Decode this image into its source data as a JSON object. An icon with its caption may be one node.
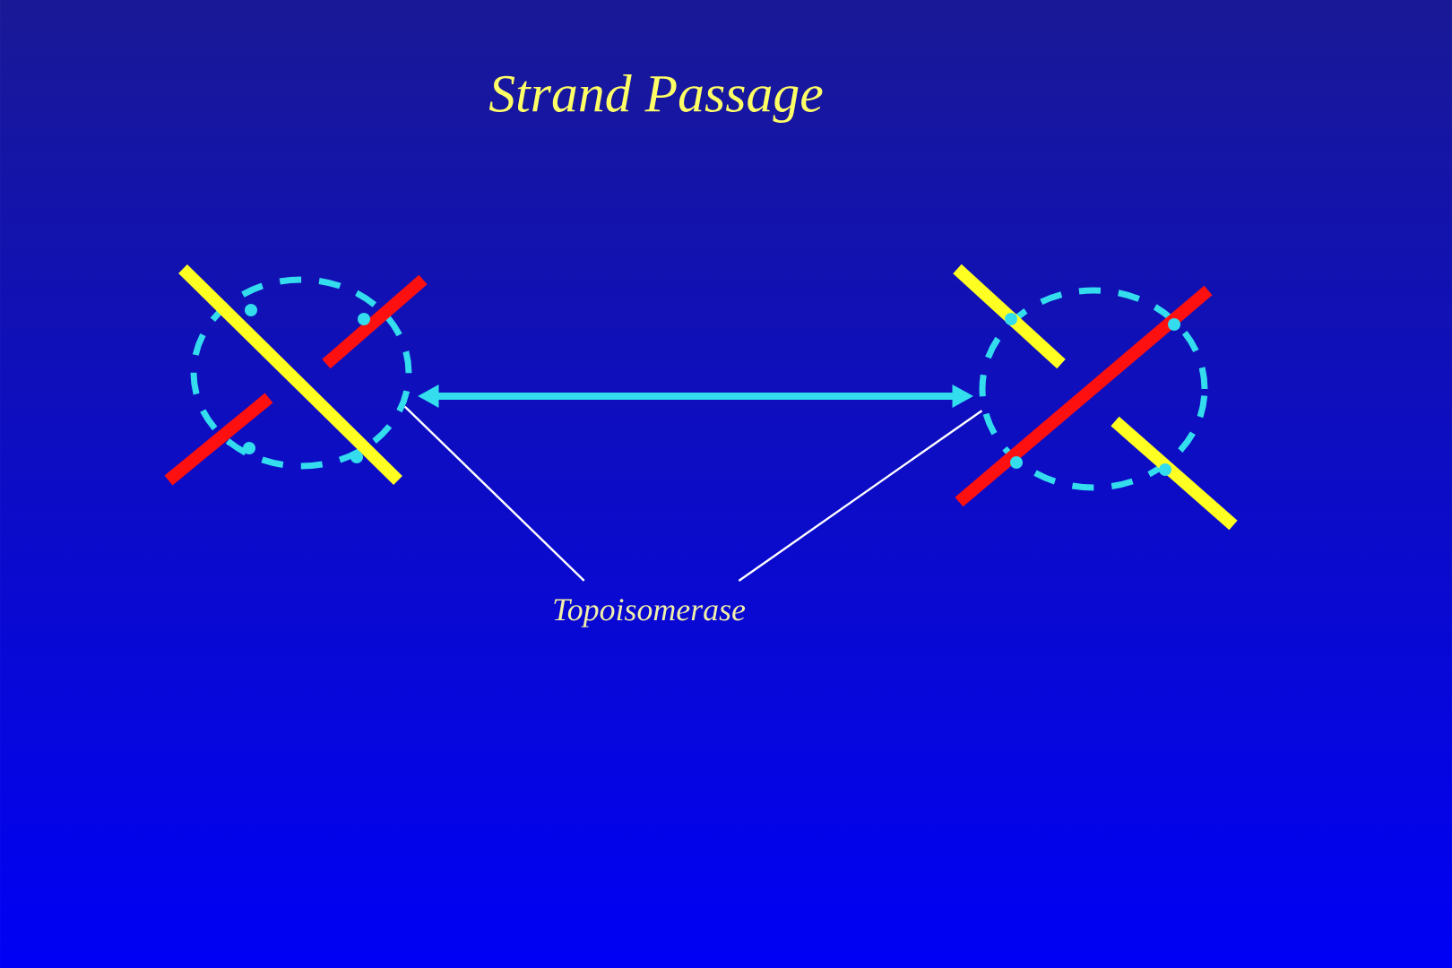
{
  "diagram": {
    "title": "Strand Passage",
    "nodes": [
      {
        "text": [],
        "shape": "picture"
      },
      {
        "text": [],
        "shape": "picture"
      },
      {
        "text": [
          "Topoisomerase"
        ]
      }
    ],
    "edges": [
      {
        "from": 0,
        "to": 1,
        "arrow": "both",
        "style": "thick",
        "color": "#33ddee"
      },
      {
        "from": 2,
        "to": 0,
        "arrow": "none"
      },
      {
        "from": 2,
        "to": 1,
        "arrow": "none"
      }
    ]
  }
}
